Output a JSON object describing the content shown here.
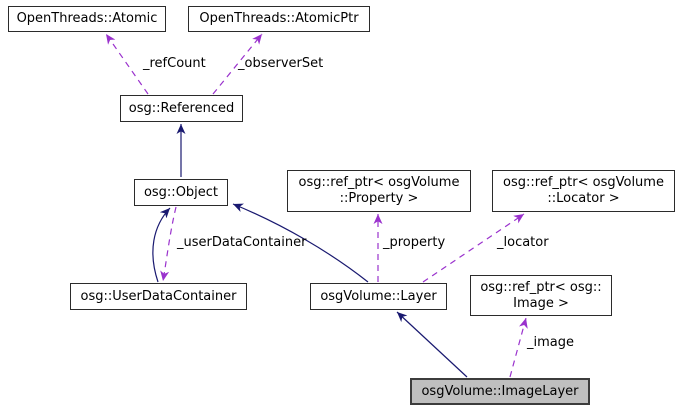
{
  "diagram": {
    "type": "uml-collaboration-diagram",
    "nodes": {
      "openthreads_atomic": {
        "label": "OpenThreads::Atomic"
      },
      "openthreads_atomicptr": {
        "label": "OpenThreads::AtomicPtr"
      },
      "osg_referenced": {
        "label": "osg::Referenced"
      },
      "osg_object": {
        "label": "osg::Object"
      },
      "ref_ptr_property": {
        "label": "osg::ref_ptr< osgVolume\n::Property >"
      },
      "ref_ptr_locator": {
        "label": "osg::ref_ptr< osgVolume\n::Locator >"
      },
      "osg_userdatacontainer": {
        "label": "osg::UserDataContainer"
      },
      "osgvolume_layer": {
        "label": "osgVolume::Layer"
      },
      "ref_ptr_image": {
        "label": "osg::ref_ptr< osg::\nImage >"
      },
      "osgvolume_imagelayer": {
        "label": "osgVolume::ImageLayer"
      }
    },
    "edge_labels": {
      "ref_count": "_refCount",
      "observer_set": "_observerSet",
      "user_data_container": "_userDataContainer",
      "property": "_property",
      "locator": "_locator",
      "image": "_image"
    },
    "colors": {
      "inheritance_edge": "#191970",
      "aggregation_edge": "#9A32CD",
      "node_fill": "#FFFFFF",
      "node_border": "#2B2B2B",
      "highlight_fill": "#BFBFBF",
      "highlight_border": "#3C3C3C"
    }
  }
}
